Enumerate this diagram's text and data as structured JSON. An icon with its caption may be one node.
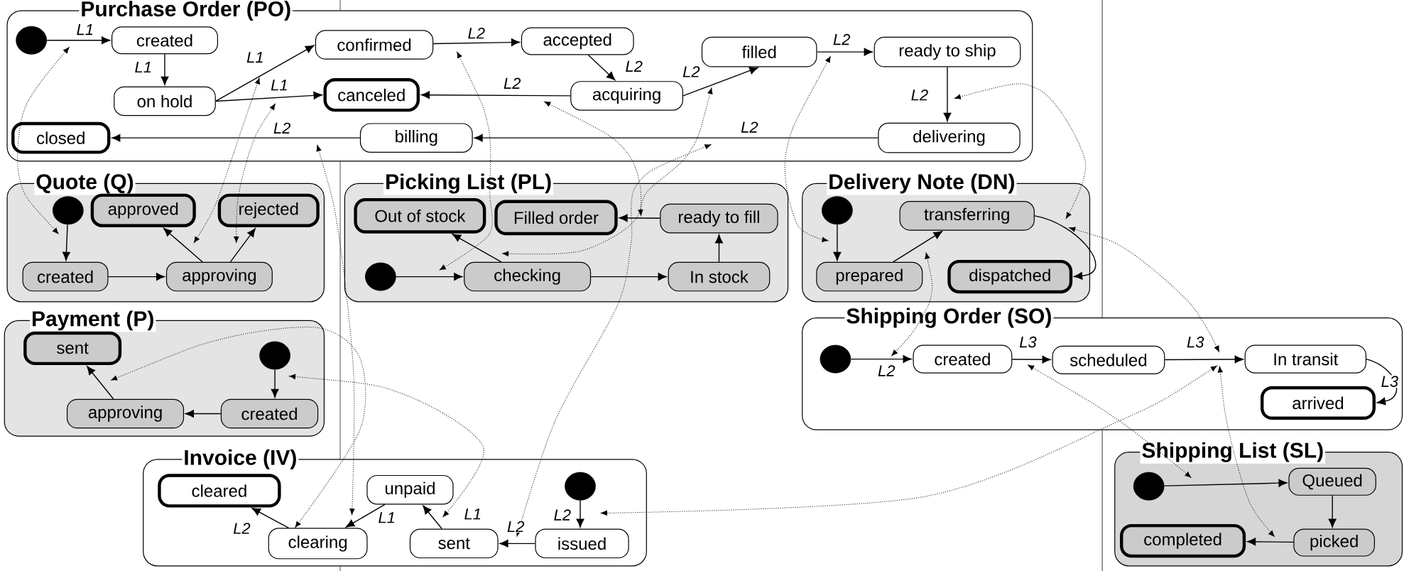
{
  "diagram": {
    "nodes": [
      {
        "text": [
          "Purchase Order (PO)"
        ]
      },
      {
        "text": [],
        "shape": "circle",
        "in": 0
      },
      {
        "text": [
          "created"
        ],
        "in": 0
      },
      {
        "text": [
          "on hold"
        ],
        "in": 0
      },
      {
        "text": [
          "confirmed"
        ],
        "in": 0
      },
      {
        "text": [
          "canceled"
        ],
        "in": 0
      },
      {
        "text": [
          "closed"
        ],
        "in": 0
      },
      {
        "text": [
          "billing"
        ],
        "in": 0
      },
      {
        "text": [
          "accepted"
        ],
        "in": 0
      },
      {
        "text": [
          "acquiring"
        ],
        "in": 0
      },
      {
        "text": [
          "filled"
        ],
        "in": 0
      },
      {
        "text": [
          "ready to ship"
        ],
        "in": 0
      },
      {
        "text": [
          "delivering"
        ],
        "in": 0
      },
      {
        "text": [
          "Quote (Q)"
        ]
      },
      {
        "text": [],
        "shape": "circle",
        "in": 13
      },
      {
        "text": [
          "approved"
        ],
        "in": 13
      },
      {
        "text": [
          "rejected"
        ],
        "in": 13
      },
      {
        "text": [
          "created"
        ],
        "in": 13
      },
      {
        "text": [
          "approving"
        ],
        "in": 13
      },
      {
        "text": [
          "Picking List (PL)"
        ]
      },
      {
        "text": [
          "Out of stock"
        ],
        "in": 19
      },
      {
        "text": [
          "Filled order"
        ],
        "in": 19
      },
      {
        "text": [
          "ready to fill"
        ],
        "in": 19
      },
      {
        "text": [],
        "shape": "circle",
        "in": 19
      },
      {
        "text": [
          "checking"
        ],
        "in": 19
      },
      {
        "text": [
          "In stock"
        ],
        "in": 19
      },
      {
        "text": [
          "Delivery Note (DN)"
        ]
      },
      {
        "text": [],
        "shape": "circle",
        "in": 26
      },
      {
        "text": [
          "transferring"
        ],
        "in": 26
      },
      {
        "text": [
          "prepared"
        ],
        "in": 26
      },
      {
        "text": [
          "dispatched"
        ],
        "in": 26
      },
      {
        "text": [
          "Payment (P)"
        ]
      },
      {
        "text": [
          "sent"
        ],
        "in": 31
      },
      {
        "text": [],
        "shape": "circle",
        "in": 31
      },
      {
        "text": [
          "approving"
        ],
        "in": 31
      },
      {
        "text": [
          "created"
        ],
        "in": 31
      },
      {
        "text": [
          "Invoice (IV)"
        ]
      },
      {
        "text": [
          "cleared"
        ],
        "in": 36
      },
      {
        "text": [
          "unpaid"
        ],
        "in": 36
      },
      {
        "text": [],
        "shape": "circle",
        "in": 36
      },
      {
        "text": [
          "clearing"
        ],
        "in": 36
      },
      {
        "text": [
          "sent"
        ],
        "in": 36
      },
      {
        "text": [
          "issued"
        ],
        "in": 36
      },
      {
        "text": [
          "Shipping Order (SO)"
        ]
      },
      {
        "text": [],
        "shape": "circle",
        "in": 43
      },
      {
        "text": [
          "created"
        ],
        "in": 43
      },
      {
        "text": [
          "scheduled"
        ],
        "in": 43
      },
      {
        "text": [
          "In transit"
        ],
        "in": 43
      },
      {
        "text": [
          "arrived"
        ],
        "in": 43
      },
      {
        "text": [
          "Shipping List (SL)"
        ]
      },
      {
        "text": [],
        "shape": "circle",
        "in": 49
      },
      {
        "text": [
          "Queued"
        ],
        "in": 49
      },
      {
        "text": [
          "completed"
        ],
        "in": 49
      },
      {
        "text": [
          "picked"
        ],
        "in": 49
      }
    ],
    "edges": [
      {
        "from": 1,
        "to": 2,
        "arrow": "to",
        "label": "L1"
      },
      {
        "from": 2,
        "to": 3,
        "arrow": "to",
        "label": "L1"
      },
      {
        "from": 3,
        "to": 4,
        "arrow": "to",
        "label": "L1"
      },
      {
        "from": 3,
        "to": 5,
        "arrow": "to",
        "label": "L1"
      },
      {
        "from": 4,
        "to": 8,
        "arrow": "to",
        "label": "L2"
      },
      {
        "from": 8,
        "to": 9,
        "arrow": "to",
        "label": "L2"
      },
      {
        "from": 9,
        "to": 5,
        "arrow": "to",
        "label": "L2"
      },
      {
        "from": 9,
        "to": 10,
        "arrow": "to",
        "label": "L2"
      },
      {
        "from": 10,
        "to": 11,
        "arrow": "to",
        "label": "L2"
      },
      {
        "from": 11,
        "to": 12,
        "arrow": "to",
        "label": "L2"
      },
      {
        "from": 12,
        "to": 7,
        "arrow": "to",
        "label": "L2"
      },
      {
        "from": 7,
        "to": 6,
        "arrow": "to",
        "label": "L2"
      },
      {
        "from": 14,
        "to": 17,
        "arrow": "to"
      },
      {
        "from": 17,
        "to": 18,
        "arrow": "to"
      },
      {
        "from": 18,
        "to": 15,
        "arrow": "to"
      },
      {
        "from": 18,
        "to": 16,
        "arrow": "to"
      },
      {
        "from": 23,
        "to": 24,
        "arrow": "to"
      },
      {
        "from": 24,
        "to": 20,
        "arrow": "to"
      },
      {
        "from": 24,
        "to": 25,
        "arrow": "to"
      },
      {
        "from": 25,
        "to": 22,
        "arrow": "to"
      },
      {
        "from": 22,
        "to": 21,
        "arrow": "to"
      },
      {
        "from": 27,
        "to": 29,
        "arrow": "to"
      },
      {
        "from": 29,
        "to": 28,
        "arrow": "to"
      },
      {
        "from": 28,
        "to": 30,
        "arrow": "to"
      },
      {
        "from": 33,
        "to": 35,
        "arrow": "to"
      },
      {
        "from": 35,
        "to": 34,
        "arrow": "to"
      },
      {
        "from": 34,
        "to": 32,
        "arrow": "to"
      },
      {
        "from": 39,
        "to": 42,
        "arrow": "to",
        "label": "L2"
      },
      {
        "from": 42,
        "to": 41,
        "arrow": "to",
        "label": "L2"
      },
      {
        "from": 41,
        "to": 38,
        "arrow": "to",
        "label": "L1"
      },
      {
        "from": 38,
        "to": 40,
        "arrow": "to",
        "label": "L1"
      },
      {
        "from": 40,
        "to": 37,
        "arrow": "to",
        "label": "L2"
      },
      {
        "from": 44,
        "to": 45,
        "arrow": "to",
        "label": "L2"
      },
      {
        "from": 45,
        "to": 46,
        "arrow": "to",
        "label": "L3"
      },
      {
        "from": 46,
        "to": 47,
        "arrow": "to",
        "label": "L3"
      },
      {
        "from": 47,
        "to": 48,
        "arrow": "to",
        "label": "L3"
      },
      {
        "from": 50,
        "to": 51,
        "arrow": "to"
      },
      {
        "from": 51,
        "to": 53,
        "arrow": "to"
      },
      {
        "from": 53,
        "to": 52,
        "arrow": "to"
      }
    ]
  }
}
